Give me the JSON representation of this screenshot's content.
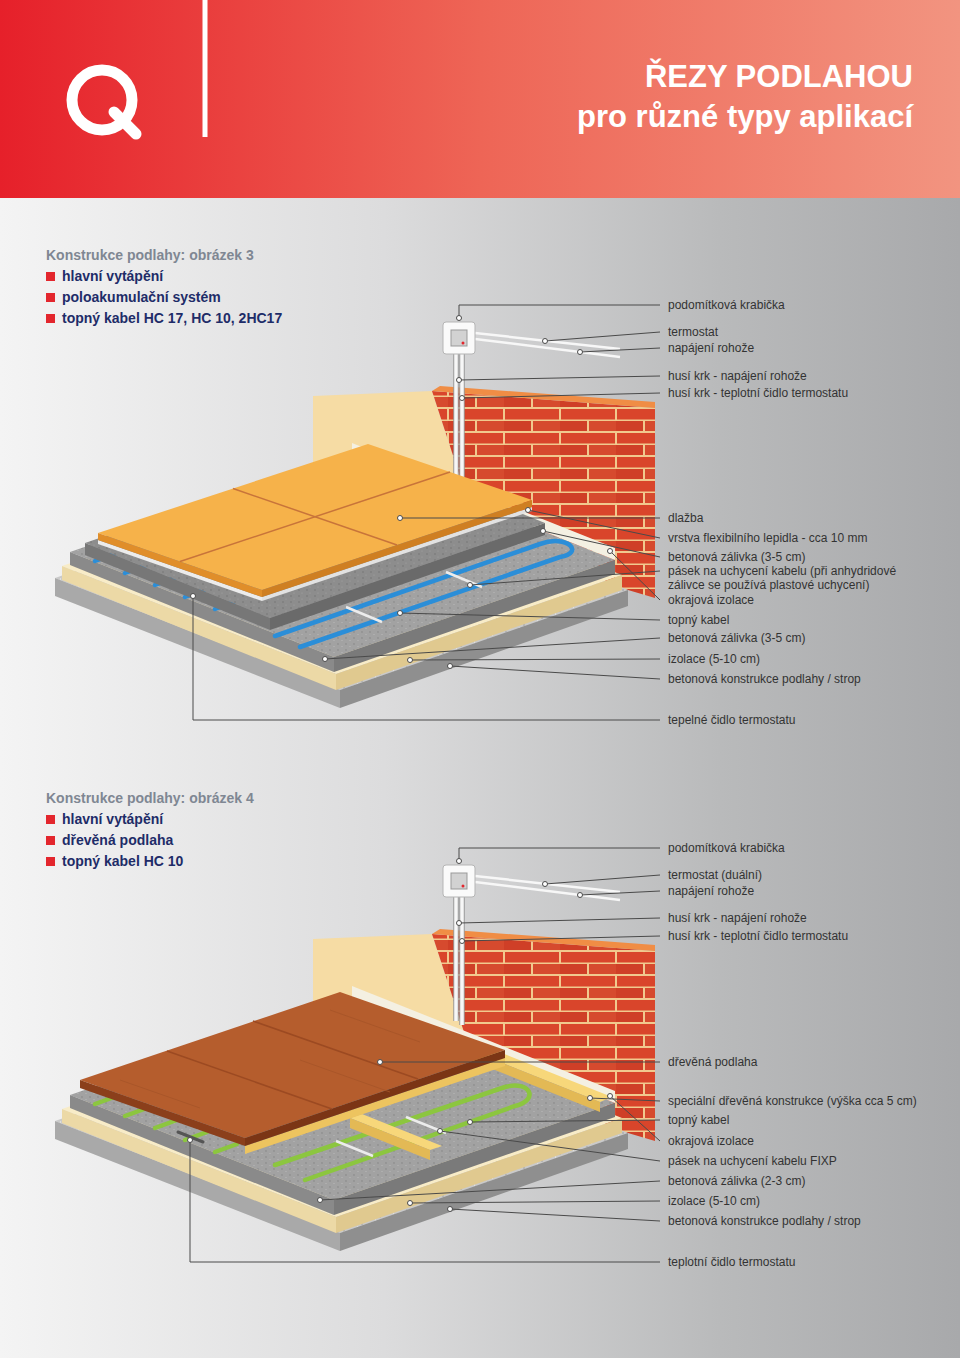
{
  "diagram": {
    "title": "ŘEZY PODLAHOU",
    "labels": [
      "pro různé typy aplikací",
      "Konstrukce podlahy: obrázek 3",
      "hlavní vytápění",
      "poloakumulační systém",
      "topný kabel HC 17, HC 10, 2HC17",
      "podomítková krabička",
      "termostat",
      "napájení rohože",
      "husí krk - napájení rohože",
      "husí krk - teplotní čidlo termostatu",
      "dlažba",
      "vrstva flexibilního lepidla - cca 10 mm",
      "betonová zálivka (3-5 cm)",
      "pásek na uchycení kabelu (při anhydridové zálivce se používá plastové uchycení)",
      "okrajová izolace",
      "topný kabel",
      "betonová zálivka (3-5 cm)",
      "izolace (5-10 cm)",
      "betonová konstrukce podlahy / strop",
      "tepelné čidlo termostatu",
      "Konstrukce podlahy: obrázek 4",
      "hlavní vytápění",
      "dřevěná podlaha",
      "topný kabel HC 10",
      "podomítková krabička",
      "termostat (duální)",
      "napájení rohože",
      "husí krk - napájení rohože",
      "husí krk - teplotní čidlo termostatu",
      "dřevěná podlaha",
      "speciální dřevěná konstrukce (výška cca 5 cm)",
      "topný kabel",
      "okrajová izolace",
      "pásek na uchycení kabelu FIXP",
      "betonová zálivka (2-3 cm)",
      "izolace (5-10 cm)",
      "betonová konstrukce podlahy / strop",
      "teplotní čidlo termostatu"
    ]
  }
}
